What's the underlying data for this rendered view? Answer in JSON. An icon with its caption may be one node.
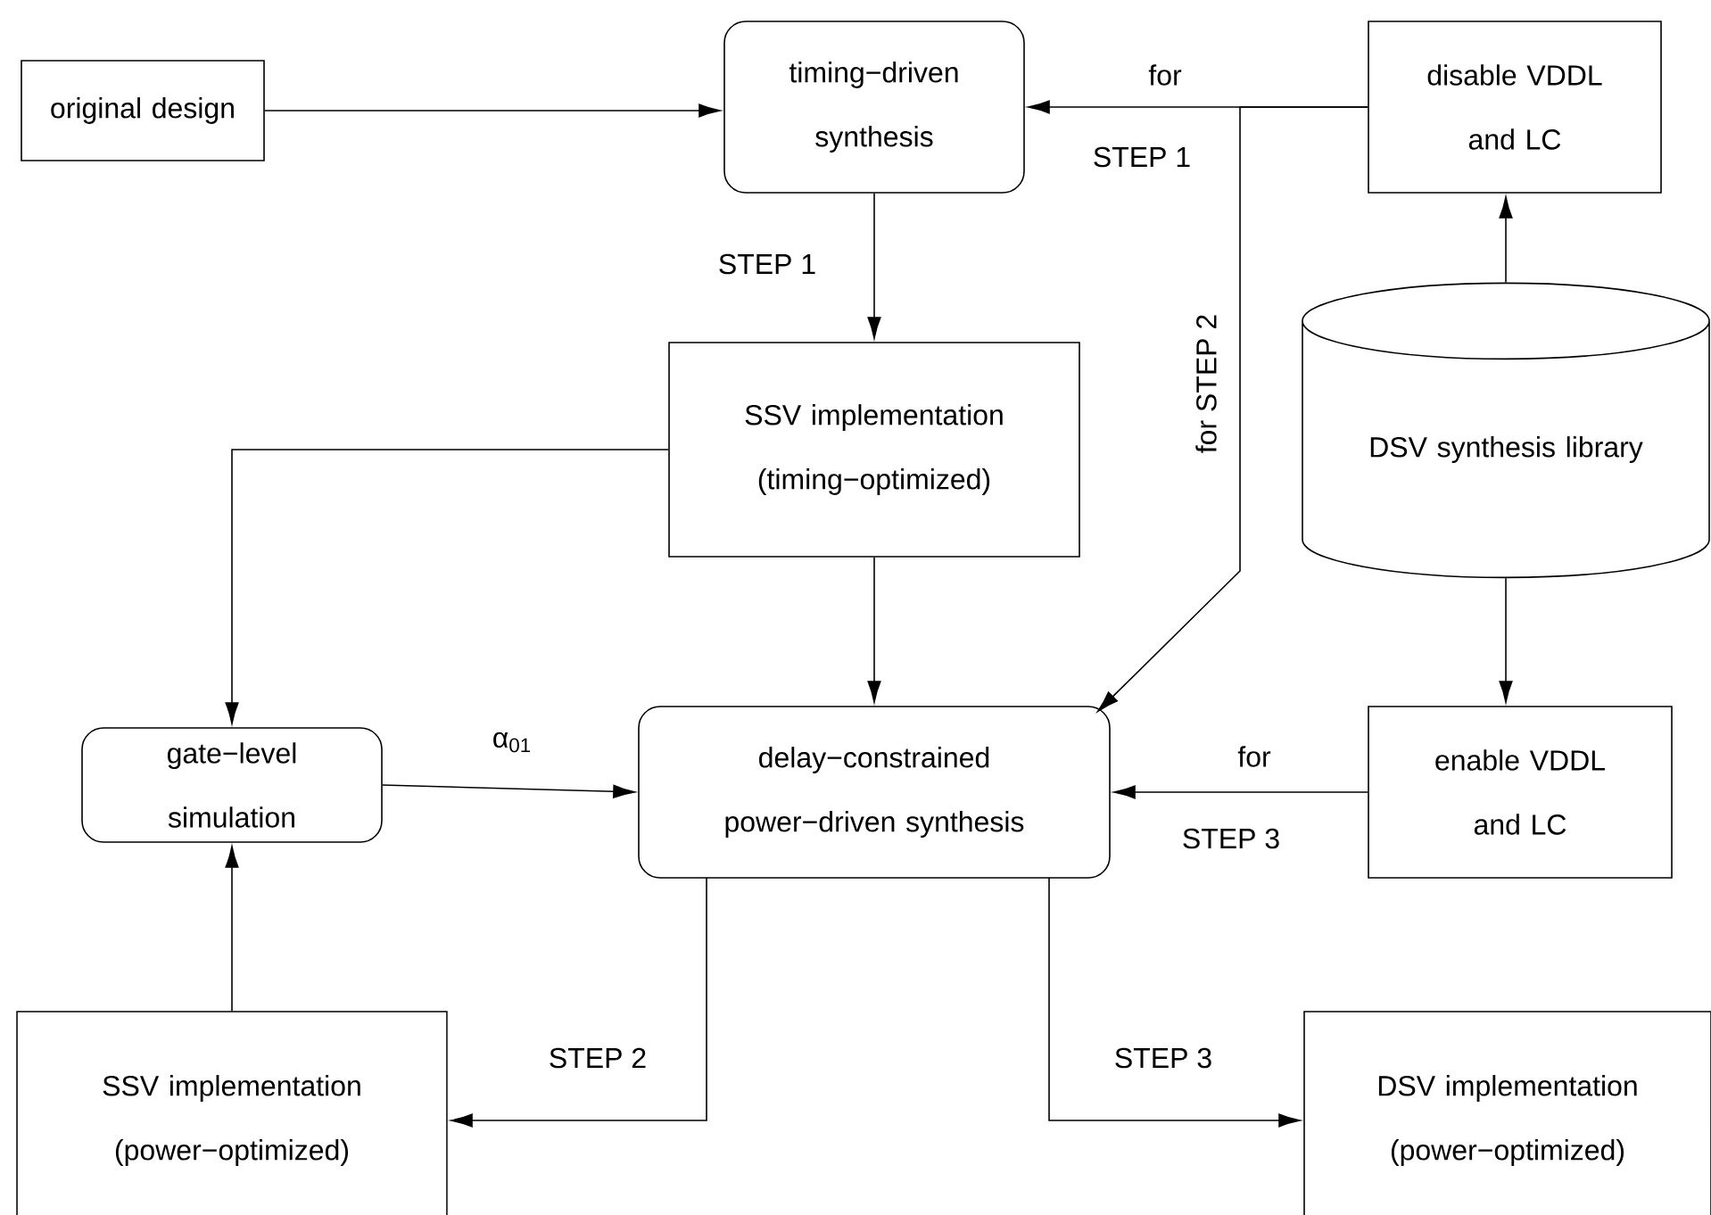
{
  "diagram": {
    "nodes": [
      {
        "text": [
          "original design"
        ]
      },
      {
        "text": [
          "timing−driven synthesis"
        ]
      },
      {
        "text": [
          "disable VDDL and LC"
        ]
      },
      {
        "text": [
          "SSV implementation (timing−optimized)"
        ]
      },
      {
        "text": [
          "DSV synthesis library"
        ]
      },
      {
        "text": [
          "gate−level simulation"
        ]
      },
      {
        "text": [
          "delay−constrained power−driven synthesis"
        ]
      },
      {
        "text": [
          "enable VDDL and LC"
        ]
      },
      {
        "text": [
          "SSV implementation (power−optimized)"
        ]
      },
      {
        "text": [
          "DSV implementation (power−optimized)"
        ]
      }
    ],
    "edges": [
      {
        "from": 0,
        "to": 1,
        "arrow": "to"
      },
      {
        "from": 2,
        "to": 1,
        "arrow": "to",
        "label": "for"
      },
      {
        "from": 2,
        "to": 6,
        "arrow": "to",
        "label": "for STEP 2"
      },
      {
        "from": 1,
        "to": 3,
        "arrow": "to",
        "label": "STEP 1"
      },
      {
        "from": 4,
        "to": 2,
        "arrow": "to"
      },
      {
        "from": 4,
        "to": 7,
        "arrow": "to"
      },
      {
        "from": 3,
        "to": 5,
        "arrow": "to"
      },
      {
        "from": 3,
        "to": 6,
        "arrow": "to"
      },
      {
        "from": 5,
        "to": 6,
        "arrow": "to",
        "label": "α$_{01}$"
      },
      {
        "from": 7,
        "to": 6,
        "arrow": "to",
        "label": "for"
      },
      {
        "from": 8,
        "to": 5,
        "arrow": "to"
      },
      {
        "from": 6,
        "to": 8,
        "arrow": "to",
        "label": "STEP 2"
      },
      {
        "from": 6,
        "to": 9,
        "arrow": "to",
        "label": "STEP 3"
      }
    ],
    "labels": [
      "STEP 1",
      "STEP 3"
    ]
  }
}
